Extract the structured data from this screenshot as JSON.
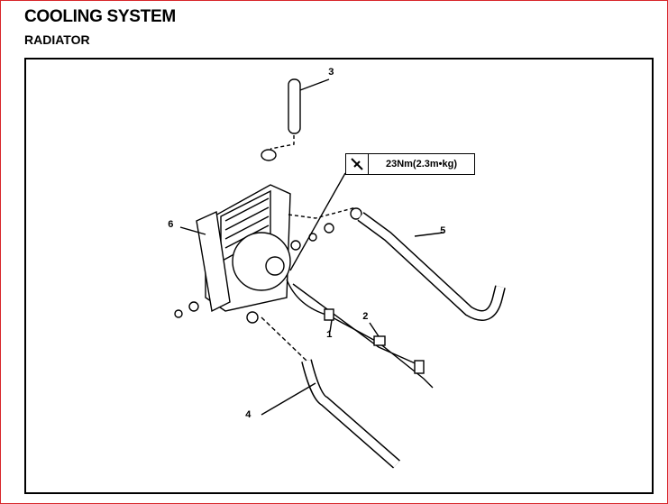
{
  "header": {
    "title": "COOLING SYSTEM",
    "subtitle": "RADIATOR"
  },
  "diagram": {
    "torque_label": "23Nm(2.3m•kg)",
    "torque_icon": "wrench-icon",
    "callouts": [
      "1",
      "2",
      "3",
      "4",
      "5",
      "6"
    ]
  },
  "colors": {
    "border": "#d8262a",
    "ink": "#000000"
  }
}
